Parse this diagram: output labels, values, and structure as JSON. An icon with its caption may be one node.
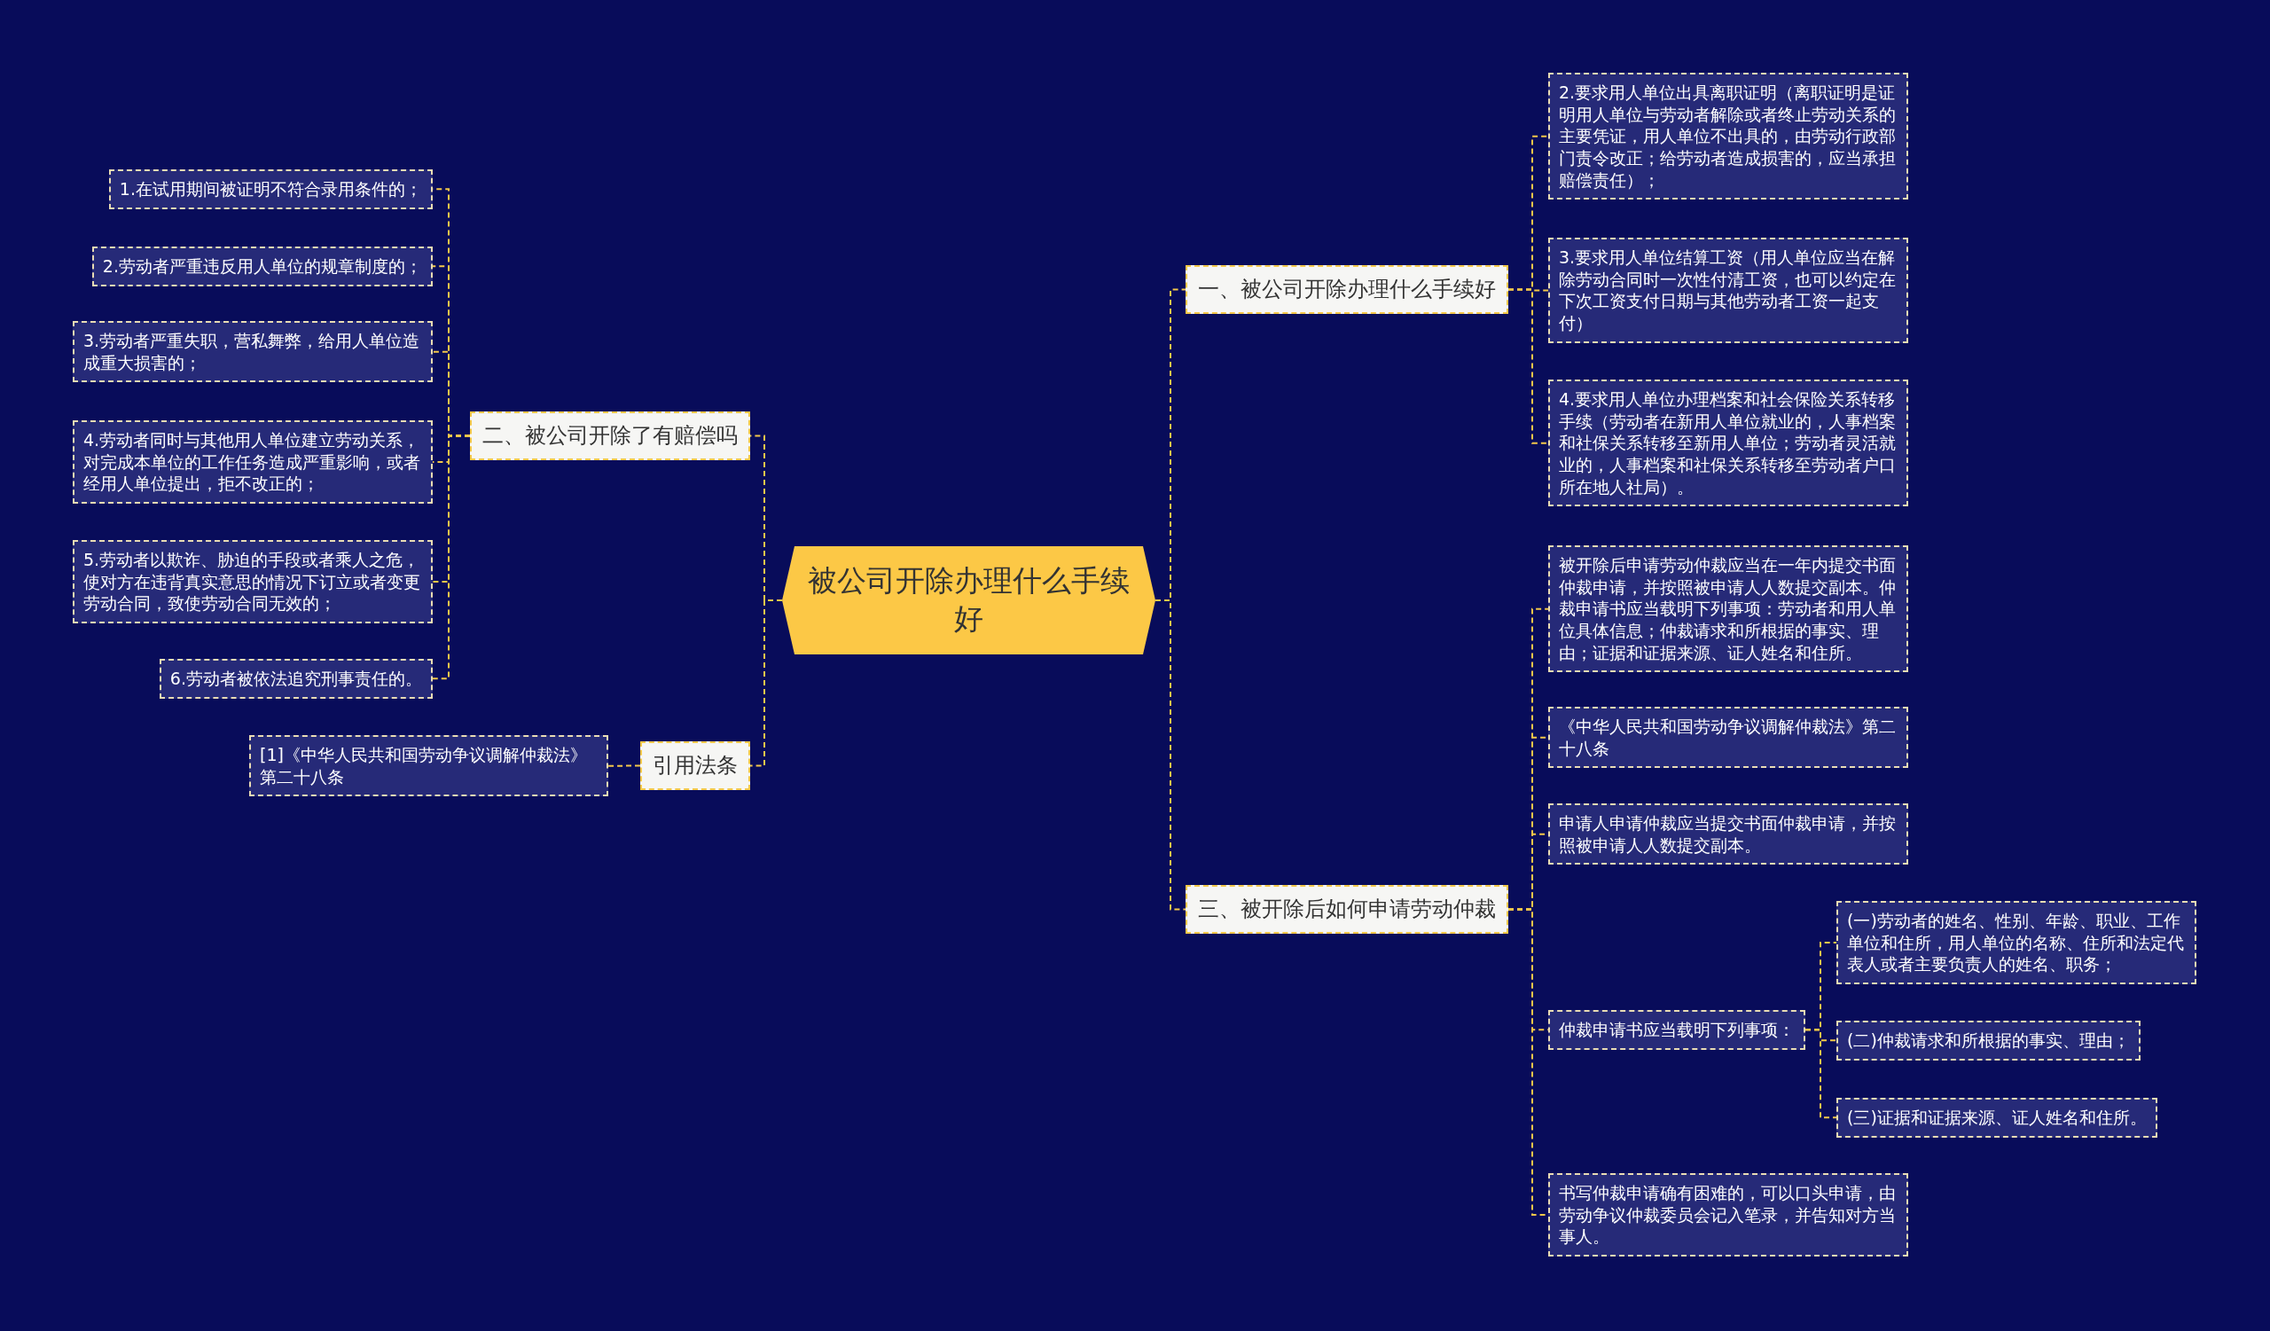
{
  "diagram": {
    "nodes": [
      {
        "text": [
          "被公司开除办理什么手续好"
        ]
      },
      {
        "text": [
          "一、被公司开除办理什么手续好"
        ]
      },
      {
        "text": [
          "2.要求用人单位出具离职证明（离职证明是证明用人单位与劳动者解除或者终止劳动关系的主要凭证，用人单位不出具的，由劳动行政部门责令改正；给劳动者造成损害的，应当承担赔偿责任）；"
        ]
      },
      {
        "text": [
          "3.要求用人单位结算工资（用人单位应当在解除劳动合同时一次性付清工资，也可以约定在下次工资支付日期与其他劳动者工资一起支付）"
        ]
      },
      {
        "text": [
          "4.要求用人单位办理档案和社会保险关系转移手续（劳动者在新用人单位就业的，人事档案和社保关系转移至新用人单位；劳动者灵活就业的，人事档案和社保关系转移至劳动者户口所在地人社局）。"
        ]
      },
      {
        "text": [
          "二、被公司开除了有赔偿吗"
        ]
      },
      {
        "text": [
          "1.在试用期间被证明不符合录用条件的；"
        ]
      },
      {
        "text": [
          "2.劳动者严重违反用人单位的规章制度的；"
        ]
      },
      {
        "text": [
          "3.劳动者严重失职，营私舞弊，给用人单位造成重大损害的；"
        ]
      },
      {
        "text": [
          "4.劳动者同时与其他用人单位建立劳动关系，对完成本单位的工作任务造成严重影响，或者经用人单位提出，拒不改正的；"
        ]
      },
      {
        "text": [
          "5.劳动者以欺诈、胁迫的手段或者乘人之危，使对方在违背真实意思的情况下订立或者变更劳动合同，致使劳动合同无效的；"
        ]
      },
      {
        "text": [
          "6.劳动者被依法追究刑事责任的。"
        ]
      },
      {
        "text": [
          "引用法条"
        ]
      },
      {
        "text": [
          "[1]《中华人民共和国劳动争议调解仲裁法》第二十八条"
        ]
      },
      {
        "text": [
          "三、被开除后如何申请劳动仲裁"
        ]
      },
      {
        "text": [
          "被开除后申请劳动仲裁应当在一年内提交书面仲裁申请，并按照被申请人人数提交副本。仲裁申请书应当载明下列事项：劳动者和用人单位具体信息；仲裁请求和所根据的事实、理由；证据和证据来源、证人姓名和住所。"
        ]
      },
      {
        "text": [
          "《中华人民共和国劳动争议调解仲裁法》第二十八条"
        ]
      },
      {
        "text": [
          "申请人申请仲裁应当提交书面仲裁申请，并按照被申请人人数提交副本。"
        ]
      },
      {
        "text": [
          "仲裁申请书应当载明下列事项："
        ]
      },
      {
        "text": [
          "(一)劳动者的姓名、性别、年龄、职业、工作单位和住所，用人单位的名称、住所和法定代表人或者主要负责人的姓名、职务；"
        ]
      },
      {
        "text": [
          "(二)仲裁请求和所根据的事实、理由；"
        ]
      },
      {
        "text": [
          "(三)证据和证据来源、证人姓名和住所。"
        ]
      },
      {
        "text": [
          "书写仲裁申请确有困难的，可以口头申请，由劳动争议仲裁委员会记入笔录，并告知对方当事人。"
        ]
      }
    ],
    "edges": [
      {
        "from": 0,
        "to": 1,
        "arrow": "none"
      },
      {
        "from": 1,
        "to": 2,
        "arrow": "none"
      },
      {
        "from": 1,
        "to": 3,
        "arrow": "none"
      },
      {
        "from": 1,
        "to": 4,
        "arrow": "none"
      },
      {
        "from": 0,
        "to": 5,
        "arrow": "none"
      },
      {
        "from": 5,
        "to": 6,
        "arrow": "none"
      },
      {
        "from": 5,
        "to": 7,
        "arrow": "none"
      },
      {
        "from": 5,
        "to": 8,
        "arrow": "none"
      },
      {
        "from": 5,
        "to": 9,
        "arrow": "none"
      },
      {
        "from": 5,
        "to": 10,
        "arrow": "none"
      },
      {
        "from": 5,
        "to": 11,
        "arrow": "none"
      },
      {
        "from": 0,
        "to": 12,
        "arrow": "none"
      },
      {
        "from": 12,
        "to": 13,
        "arrow": "none"
      },
      {
        "from": 0,
        "to": 14,
        "arrow": "none"
      },
      {
        "from": 14,
        "to": 15,
        "arrow": "none"
      },
      {
        "from": 14,
        "to": 16,
        "arrow": "none"
      },
      {
        "from": 14,
        "to": 17,
        "arrow": "none"
      },
      {
        "from": 14,
        "to": 18,
        "arrow": "none"
      },
      {
        "from": 18,
        "to": 19,
        "arrow": "none"
      },
      {
        "from": 18,
        "to": 20,
        "arrow": "none"
      },
      {
        "from": 18,
        "to": 21,
        "arrow": "none"
      },
      {
        "from": 14,
        "to": 22,
        "arrow": "none"
      }
    ]
  }
}
